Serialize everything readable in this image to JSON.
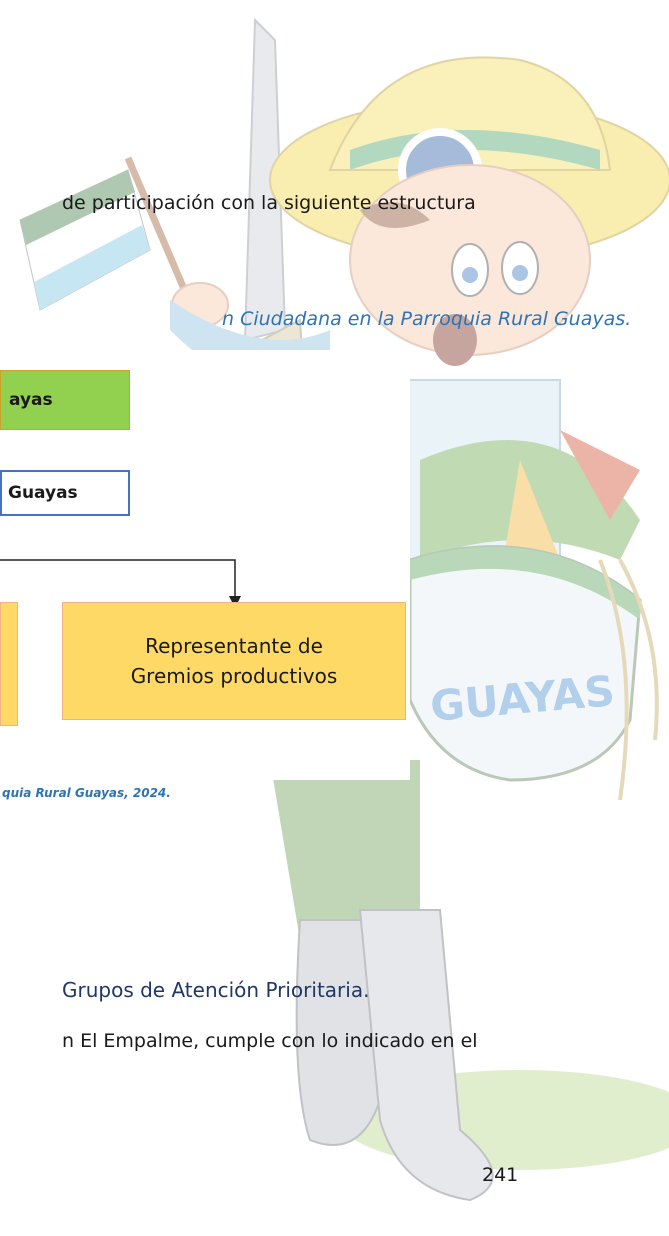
{
  "body": {
    "line1": "de participación con la siguiente estructura",
    "caption": "n Ciudadana en la Parroquia Rural Guayas.",
    "note": "quia Rural Guayas, 2024.",
    "section_heading": "Grupos de Atención Prioritaria.",
    "line2": "n El Empalme, cumple con lo indicado en el"
  },
  "chart": {
    "box_top": "ayas",
    "box_second": "Guayas",
    "box_rep_line1": "Representante de",
    "box_rep_line2": "Gremios productivos"
  },
  "mascot": {
    "bag_text": "GUAYAS"
  },
  "footer": {
    "page_number": "241"
  }
}
